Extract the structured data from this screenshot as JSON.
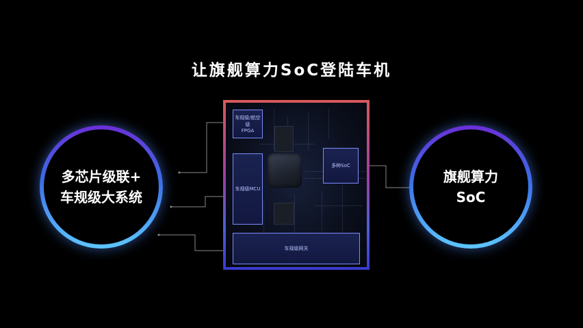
{
  "title": "让旗舰算力SoC登陆车机",
  "left_circle": {
    "line1": "多芯片级联+",
    "line2": "车规级大系统"
  },
  "right_circle": {
    "line1": "旗舰算力",
    "line2": "SoC"
  },
  "chip": {
    "fpga_line1": "车规级/航空级",
    "fpga_line2": "FPGA",
    "mcu": "车规级MCU",
    "soc": "多种SoC",
    "gateway": "车规级网关"
  },
  "colors": {
    "background": "#000000",
    "ring_top": "#6a2fd6",
    "ring_bottom": "#5ec6ff",
    "chip_border_top": "#d85a5a",
    "chip_border_bottom": "#3a3ad0",
    "block_border": "#7c8cff"
  }
}
